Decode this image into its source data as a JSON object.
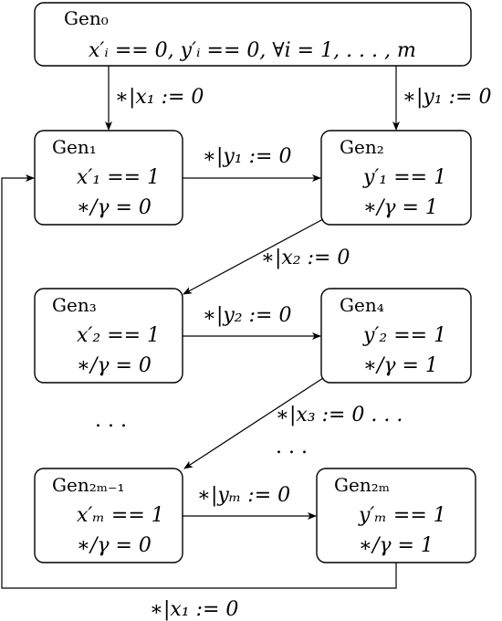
{
  "diagram": {
    "states": [
      {
        "id": "gen0",
        "name": "Gen₀",
        "lines": [
          "x′ᵢ == 0, y′ᵢ == 0, ∀i = 1, . . . , m"
        ]
      },
      {
        "id": "gen1",
        "name": "Gen₁",
        "lines": [
          "x′₁ == 1",
          "∗/γ = 0"
        ]
      },
      {
        "id": "gen2",
        "name": "Gen₂",
        "lines": [
          "y′₁ == 1",
          "∗/γ = 1"
        ]
      },
      {
        "id": "gen3",
        "name": "Gen₃",
        "lines": [
          "x′₂ == 1",
          "∗/γ = 0"
        ]
      },
      {
        "id": "gen4",
        "name": "Gen₄",
        "lines": [
          "y′₂ == 1",
          "∗/γ = 1"
        ]
      },
      {
        "id": "gen2m1",
        "name": "Gen₂ₘ₋₁",
        "lines": [
          "x′ₘ == 1",
          "∗/γ = 0"
        ]
      },
      {
        "id": "gen2m",
        "name": "Gen₂ₘ",
        "lines": [
          "y′ₘ == 1",
          "∗/γ = 1"
        ]
      }
    ],
    "transitions": [
      {
        "from": "gen0",
        "to": "gen1",
        "label": "∗|x₁ := 0"
      },
      {
        "from": "gen0",
        "to": "gen2",
        "label": "∗|y₁ := 0"
      },
      {
        "from": "gen1",
        "to": "gen2",
        "label": "∗|y₁ := 0"
      },
      {
        "from": "gen2",
        "to": "gen3",
        "label": "∗|x₂ := 0"
      },
      {
        "from": "gen3",
        "to": "gen4",
        "label": "∗|y₂ := 0"
      },
      {
        "from": "gen4",
        "to": "gen2m1",
        "label": "∗|x₃ := 0 . . ."
      },
      {
        "from": "gen2m1",
        "to": "gen2m",
        "label": "∗|yₘ := 0"
      },
      {
        "from": "gen2m",
        "to": "gen1",
        "label": "∗|x₁ := 0"
      }
    ],
    "ellipsis_left": ". . .",
    "ellipsis_mid": ". . ."
  }
}
